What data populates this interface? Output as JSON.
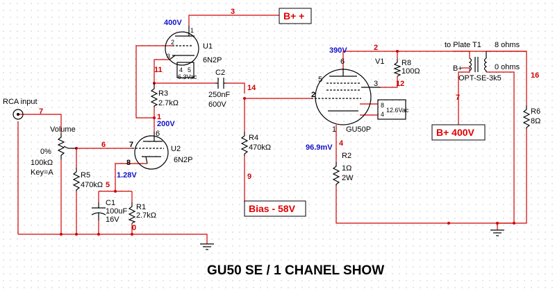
{
  "title": "GU50 SE / 1 CHANEL SHOW",
  "supply_boxes": {
    "bplus": "B+ +",
    "bplus400": "B+ 400V",
    "bias": "Bias - 58V"
  },
  "voltages": {
    "v400": "400V",
    "v390": "390V",
    "v200": "200V",
    "v128": "1.28V",
    "v969": "96.9mV"
  },
  "nets": [
    "1",
    "2",
    "3",
    "4",
    "5",
    "6",
    "7",
    "8",
    "9",
    "11",
    "12",
    "14",
    "16",
    "0",
    "2",
    "7",
    "8",
    "1"
  ],
  "components": {
    "rca": "RCA input",
    "volume": {
      "name": "Volume",
      "pct": "0%",
      "value": "100kΩ",
      "key": "Key=A"
    },
    "u1": {
      "ref": "U1",
      "type": "6N2P",
      "heater": "6.3Vac"
    },
    "u2": {
      "ref": "U2",
      "type": "6N2P"
    },
    "v1": {
      "ref": "V1",
      "type": "GU50P",
      "heater": "12.6Vac"
    },
    "c2": {
      "ref": "C2",
      "value": "250nF",
      "voltage": "600V"
    },
    "c1": {
      "ref": "C1",
      "value": "100uF",
      "voltage": "16V"
    },
    "r1": {
      "ref": "R1",
      "value": "2.7kΩ"
    },
    "r2": {
      "ref": "R2",
      "value": "1Ω",
      "power": "2W"
    },
    "r3": {
      "ref": "R3",
      "value": "2.7kΩ"
    },
    "r4": {
      "ref": "R4",
      "value": "470kΩ"
    },
    "r5": {
      "ref": "R5",
      "value": "470kΩ"
    },
    "r6": {
      "ref": "R6",
      "value": "8Ω"
    },
    "r8": {
      "ref": "R8",
      "value": "100Ω"
    },
    "t1": {
      "ref": "T1",
      "plate": "to Plate",
      "bplus": "B+",
      "ohms8": "8 ohms",
      "ohms0": "0 ohms",
      "type": "OPT-SE-3k5"
    }
  },
  "pins": {
    "p1": "1",
    "p2": "2",
    "p3": "3",
    "p4": "4",
    "p5": "5",
    "p6": "6",
    "p7": "7",
    "p8": "8"
  },
  "colors": {
    "wire": "#d00000",
    "net": "#d00000",
    "voltage": "#1010c8",
    "box_text": "#e00000",
    "grid": "#b0b0b0"
  }
}
